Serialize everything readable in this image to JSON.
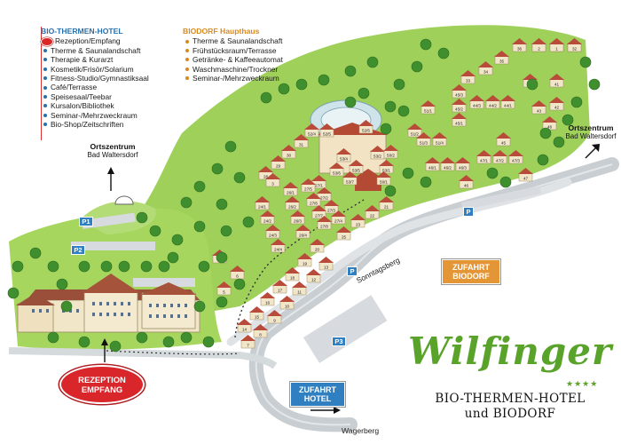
{
  "legend_hotel": {
    "heading": "BIO-THERMEN-HOTEL",
    "items": [
      "Rezeption/Empfang",
      "Therme & Saunalandschaft",
      "Therapie & Kurarzt",
      "Kosmetik/Frisör/Solarium",
      "Fitness-Studio/Gymnastiksaal",
      "Café/Terrasse",
      "Speisesaal/Teebar",
      "Kursalon/Bibliothek",
      "Seminar-/Mehrzweckraum",
      "Bio-Shop/Zeitschriften"
    ]
  },
  "legend_biodorf": {
    "heading": "BIODORF Haupthaus",
    "items": [
      "Therme & Saunalandschaft",
      "Frühstücksraum/Terrasse",
      "Getränke- & Kaffeeautomat",
      "Waschmaschine/Trockner",
      "Seminar-/Mehrzweckraum"
    ]
  },
  "ortszentrum_left": {
    "title": "Ortszentrum",
    "place": "Bad Waltersdorf"
  },
  "ortszentrum_right": {
    "title": "Ortszentrum",
    "place": "Bad Waltersdorf"
  },
  "zufahrt_biodorf": {
    "line1": "ZUFAHRT",
    "line2": "BIODORF"
  },
  "zufahrt_hotel": {
    "line1": "ZUFAHRT",
    "line2": "HOTEL"
  },
  "rezeption": {
    "line1": "REZEPTION",
    "line2": "EMPFANG"
  },
  "roads": {
    "sonntagsberg": "Sonntagsberg",
    "wagerberg": "Wagerberg"
  },
  "parking": {
    "p1": "P1",
    "p2": "P2",
    "p3": "P3",
    "p": "P"
  },
  "brand": {
    "name": "Wilfinger",
    "stars": "★★★★",
    "line1": "BIO-THERMEN-HOTEL",
    "line2": "und BIODORF"
  },
  "houses": [
    "37",
    "38",
    "39",
    "40",
    "36",
    "41",
    "42",
    "35",
    "43",
    "34",
    "33",
    "52/6",
    "53/2",
    "53/1",
    "53/4",
    "53/5",
    "53/6",
    "53/7",
    "52/4",
    "52/5",
    "50/1",
    "50/2",
    "51/1",
    "51/2",
    "51/3",
    "51/4",
    "45/3",
    "45/2",
    "45/1",
    "44/3",
    "44/2",
    "44/1",
    "46/1",
    "46/2",
    "46/3",
    "47/1",
    "47/2",
    "47/3",
    "48",
    "45",
    "47",
    "46",
    "31",
    "30",
    "29",
    "28",
    "27/1",
    "27/2",
    "27/3",
    "27/4",
    "27/5",
    "27/6",
    "27/7",
    "27/8",
    "26/1",
    "26/2",
    "26/3",
    "26/4",
    "24/1",
    "24/2",
    "24/3",
    "24/4",
    "25",
    "23",
    "22",
    "21",
    "20",
    "19",
    "18",
    "17",
    "16",
    "15",
    "14",
    "13",
    "12",
    "11",
    "10",
    "9",
    "8",
    "7",
    "6",
    "5",
    "4",
    "3",
    "2",
    "1",
    "32"
  ],
  "colors": {
    "meadow": "#9fd15a",
    "road": "#cfd4d8",
    "roof": "#b94b3a",
    "hotel_accent": "#2f7fc1",
    "biodorf_accent": "#e49636",
    "brand_green": "#5aa32a",
    "reception_red": "#d8262b"
  }
}
